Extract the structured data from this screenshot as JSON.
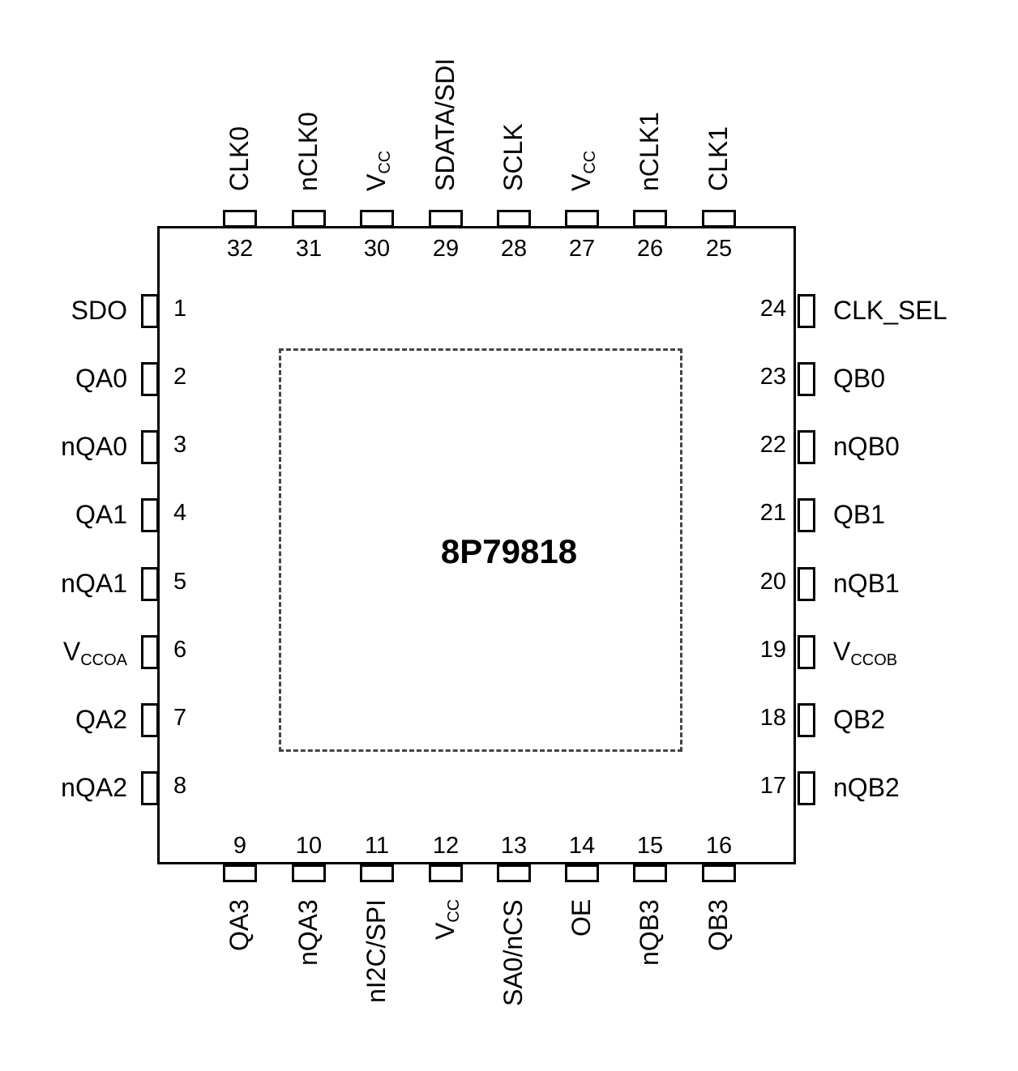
{
  "diagram": {
    "type": "ic-pinout",
    "package": "32-pin QFN (top view)",
    "part_number": "8P79818",
    "exposed_pad": "dashed-square",
    "pins": {
      "left": [
        {
          "num": "1",
          "name": "SDO"
        },
        {
          "num": "2",
          "name": "QA0"
        },
        {
          "num": "3",
          "name": "nQA0"
        },
        {
          "num": "4",
          "name": "QA1"
        },
        {
          "num": "5",
          "name": "nQA1"
        },
        {
          "num": "6",
          "name": "V",
          "sub": "CCOA"
        },
        {
          "num": "7",
          "name": "QA2"
        },
        {
          "num": "8",
          "name": "nQA2"
        }
      ],
      "bottom": [
        {
          "num": "9",
          "name": "QA3"
        },
        {
          "num": "10",
          "name": "nQA3"
        },
        {
          "num": "11",
          "name": "nI2C/SPI"
        },
        {
          "num": "12",
          "name": "V",
          "sub": "CC"
        },
        {
          "num": "13",
          "name": "SA0/nCS"
        },
        {
          "num": "14",
          "name": "OE"
        },
        {
          "num": "15",
          "name": "nQB3"
        },
        {
          "num": "16",
          "name": "QB3"
        }
      ],
      "right": [
        {
          "num": "17",
          "name": "nQB2"
        },
        {
          "num": "18",
          "name": "QB2"
        },
        {
          "num": "19",
          "name": "V",
          "sub": "CCOB"
        },
        {
          "num": "20",
          "name": "nQB1"
        },
        {
          "num": "21",
          "name": "QB1"
        },
        {
          "num": "22",
          "name": "nQB0"
        },
        {
          "num": "23",
          "name": "QB0"
        },
        {
          "num": "24",
          "name": "CLK_SEL"
        }
      ],
      "top": [
        {
          "num": "25",
          "name": "CLK1"
        },
        {
          "num": "26",
          "name": "nCLK1"
        },
        {
          "num": "27",
          "name": "V",
          "sub": "CC"
        },
        {
          "num": "28",
          "name": "SCLK"
        },
        {
          "num": "29",
          "name": "SDATA/SDI"
        },
        {
          "num": "30",
          "name": "V",
          "sub": "CC"
        },
        {
          "num": "31",
          "name": "nCLK0"
        },
        {
          "num": "32",
          "name": "CLK0"
        }
      ]
    }
  }
}
